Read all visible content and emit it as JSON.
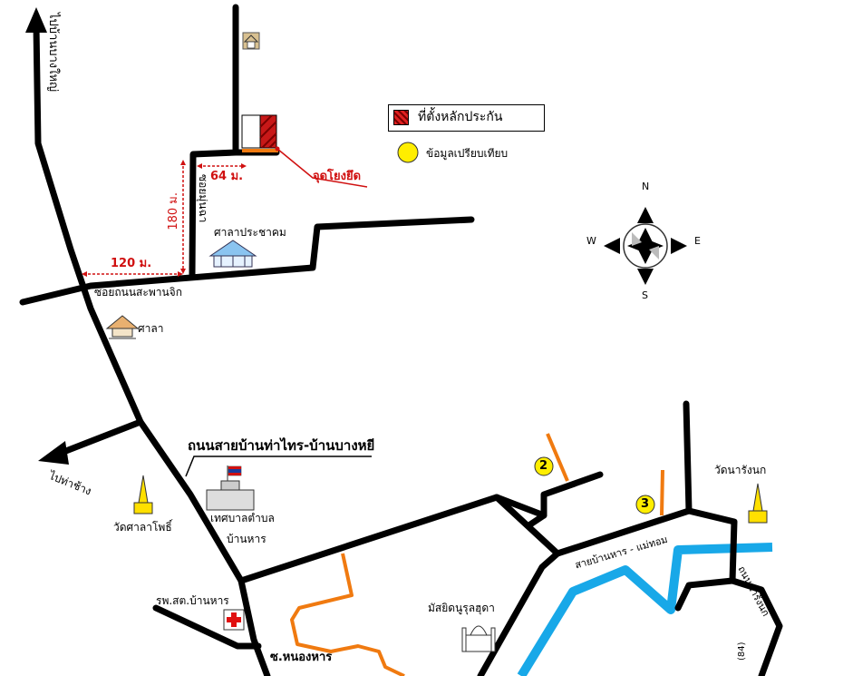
{
  "legend": {
    "parcel_label": "ที่ตั้งหลักประกัน",
    "compare_label": "ข้อมูลเปรียบเทียบ",
    "compare_color": "#ffee00",
    "parcel_color": "#e02020"
  },
  "labels": {
    "to_ban_bang_yai": "ไปบ้านบางใหญ่",
    "soi_moon_cha": "ซอยมุ่นฉา",
    "community_hall": "ศาลาประชาคม",
    "soi_thanon_saphan_chik": "ซอยถนนสะพานจิก",
    "sala": "ศาลา",
    "tie_point": "จุดโยงยึด",
    "main_road": "ถนนสายบ้านท่าไทร-บ้านบางหยี",
    "to_tha_chang": "ไปท่าช้าง",
    "wat_sala_pho": "วัดศาลาโพธิ์",
    "municipality_line1": "เทศบาลตำบล",
    "municipality_line2": "บ้านหาร",
    "health_center": "รพ.สต.บ้านหาร",
    "soi_nong_han": "ซ.หนองหาร",
    "mosque": "มัสยิดนูรุลฮุดา",
    "road_ban_han_mae_thom": "สายบ้านหาร - แม่ทอม",
    "wat_na_rang_nok": "วัดนารังนก",
    "thanon_na_rang_nok": "ถนนนารังนก",
    "road_code": "(84)"
  },
  "distances": {
    "d64": "64 ม.",
    "d180": "180 ม.",
    "d120": "120 ม."
  },
  "compass": {
    "n": "N",
    "s": "S",
    "e": "E",
    "w": "W"
  },
  "markers": {
    "m2": "2",
    "m3": "3"
  },
  "colors": {
    "road": "#000000",
    "orange_road": "#f07a10",
    "river": "#18a8e8",
    "distance": "#d01010"
  }
}
